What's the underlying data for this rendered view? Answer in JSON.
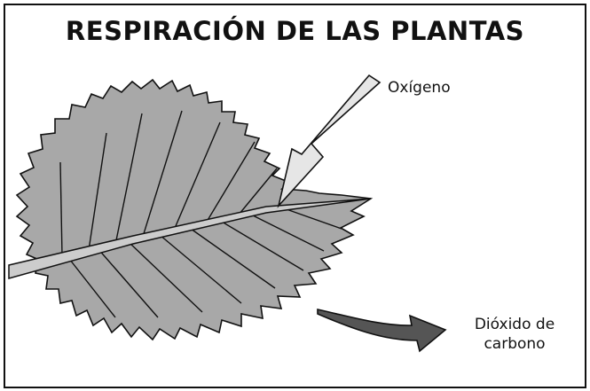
{
  "diagram": {
    "title": "RESPIRACIÓN DE LAS PLANTAS",
    "labels": {
      "oxygen": "Oxígeno",
      "co2_line1": "Dióxido de",
      "co2_line2": "carbono"
    },
    "colors": {
      "leaf_fill": "#a8a8a8",
      "stroke": "#111111",
      "oxygen_arrow_fill": "#e6e6e6",
      "co2_arrow_fill": "#555555",
      "border": "#111111"
    }
  }
}
